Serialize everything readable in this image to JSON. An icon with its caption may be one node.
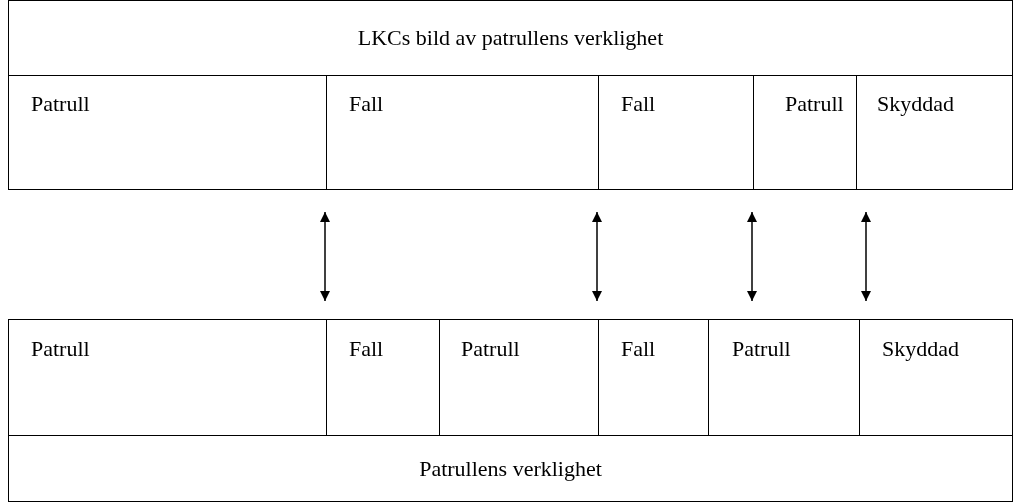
{
  "diagram": {
    "nodes": [
      {
        "text": [
          "LKCs bild av patrullens verklighet"
        ]
      },
      {
        "text": [
          "Patrull"
        ],
        "in": 0
      },
      {
        "text": [
          "Fall"
        ],
        "in": 0
      },
      {
        "text": [
          "Fall"
        ],
        "in": 0
      },
      {
        "text": [
          "Patrull"
        ],
        "in": 0
      },
      {
        "text": [
          "Skyddad"
        ],
        "in": 0
      },
      {
        "text": [
          "Patrullens verklighet"
        ]
      },
      {
        "text": [
          "Patrull"
        ],
        "in": 6
      },
      {
        "text": [
          "Fall"
        ],
        "in": 6
      },
      {
        "text": [
          "Patrull"
        ],
        "in": 6
      },
      {
        "text": [
          "Fall"
        ],
        "in": 6
      },
      {
        "text": [
          "Patrull"
        ],
        "in": 6
      },
      {
        "text": [
          "Skyddad"
        ],
        "in": 6
      }
    ],
    "edges": [
      {
        "from": 2,
        "to": 8,
        "arrow": "both"
      },
      {
        "from": 3,
        "to": 10,
        "arrow": "both"
      },
      {
        "from": 4,
        "to": 11,
        "arrow": "both"
      },
      {
        "from": 5,
        "to": 12,
        "arrow": "both"
      }
    ]
  }
}
